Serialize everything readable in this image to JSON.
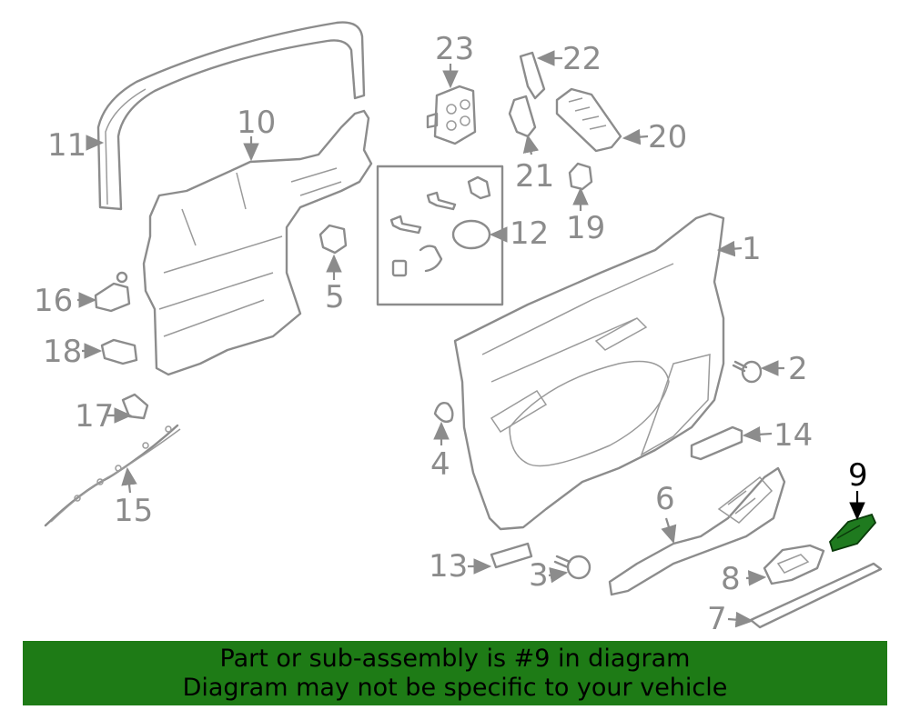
{
  "diagram": {
    "highlighted_part": "9",
    "callouts": [
      "1",
      "2",
      "3",
      "4",
      "5",
      "6",
      "7",
      "8",
      "9",
      "10",
      "11",
      "12",
      "13",
      "14",
      "15",
      "16",
      "17",
      "18",
      "19",
      "20",
      "21",
      "22",
      "23"
    ]
  },
  "banner": {
    "line1": "Part or sub-assembly is #9 in diagram",
    "line2": "Diagram may not be specific to your vehicle",
    "background_color": "#1e7b16"
  },
  "colors": {
    "line_art": "#8c8c8c",
    "highlight": "#1f7a1f"
  }
}
